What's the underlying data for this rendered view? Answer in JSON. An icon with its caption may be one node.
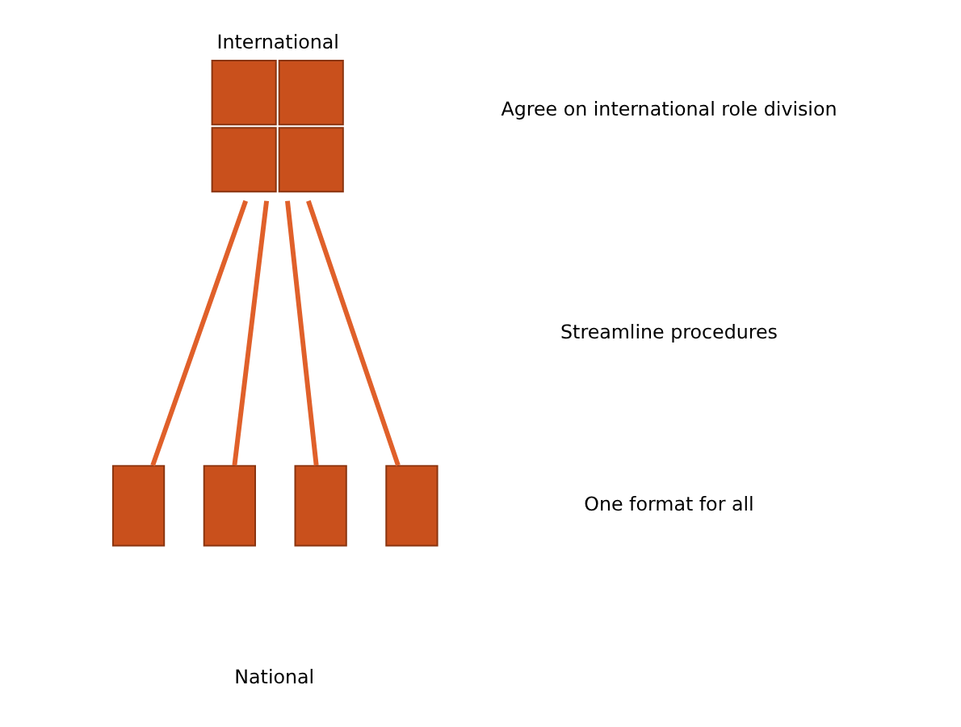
{
  "diagram": {
    "nodes": [
      {
        "text": [
          "International"
        ]
      },
      {
        "text": [],
        "shape": "box"
      },
      {
        "text": [],
        "shape": "box"
      },
      {
        "text": [],
        "shape": "box"
      },
      {
        "text": [],
        "shape": "box"
      }
    ],
    "edges": [
      {
        "from": 0,
        "to": 1,
        "arrow": "none"
      },
      {
        "from": 0,
        "to": 2,
        "arrow": "none"
      },
      {
        "from": 0,
        "to": 3,
        "arrow": "none"
      },
      {
        "from": 0,
        "to": 4,
        "arrow": "none"
      }
    ],
    "labels": [
      "Agree on international role division",
      "Streamline procedures",
      "One format for all",
      "National"
    ]
  }
}
